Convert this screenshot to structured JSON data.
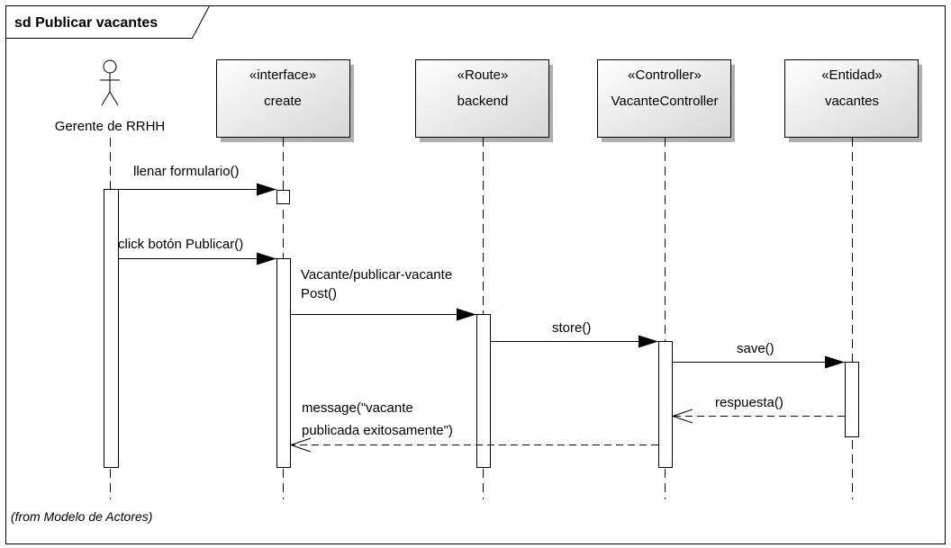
{
  "diagram": {
    "frame_title": "sd Publicar vacantes",
    "footer_note": "(from Modelo de Actores)",
    "actor": {
      "name": "Gerente de RRHH"
    },
    "lifelines": [
      {
        "stereotype": "«interface»",
        "name": "create"
      },
      {
        "stereotype": "«Route»",
        "name": "backend"
      },
      {
        "stereotype": "«Controller»",
        "name": "VacanteController"
      },
      {
        "stereotype": "«Entidad»",
        "name": "vacantes"
      }
    ],
    "messages": [
      {
        "lines": [
          "llenar formulario()"
        ],
        "from": "Gerente de RRHH",
        "to": "create",
        "kind": "sync"
      },
      {
        "lines": [
          "click botón Publicar()"
        ],
        "from": "Gerente de RRHH",
        "to": "create",
        "kind": "sync"
      },
      {
        "lines": [
          "Vacante/publicar-vacante",
          "Post()"
        ],
        "from": "create",
        "to": "backend",
        "kind": "sync"
      },
      {
        "lines": [
          "store()"
        ],
        "from": "backend",
        "to": "VacanteController",
        "kind": "sync"
      },
      {
        "lines": [
          "save()"
        ],
        "from": "VacanteController",
        "to": "vacantes",
        "kind": "sync"
      },
      {
        "lines": [
          "respuesta()"
        ],
        "from": "vacantes",
        "to": "VacanteController",
        "kind": "return"
      },
      {
        "lines": [
          "message(\"vacante",
          "publicada exitosamente\")"
        ],
        "from": "VacanteController",
        "to": "create",
        "kind": "return"
      }
    ]
  }
}
